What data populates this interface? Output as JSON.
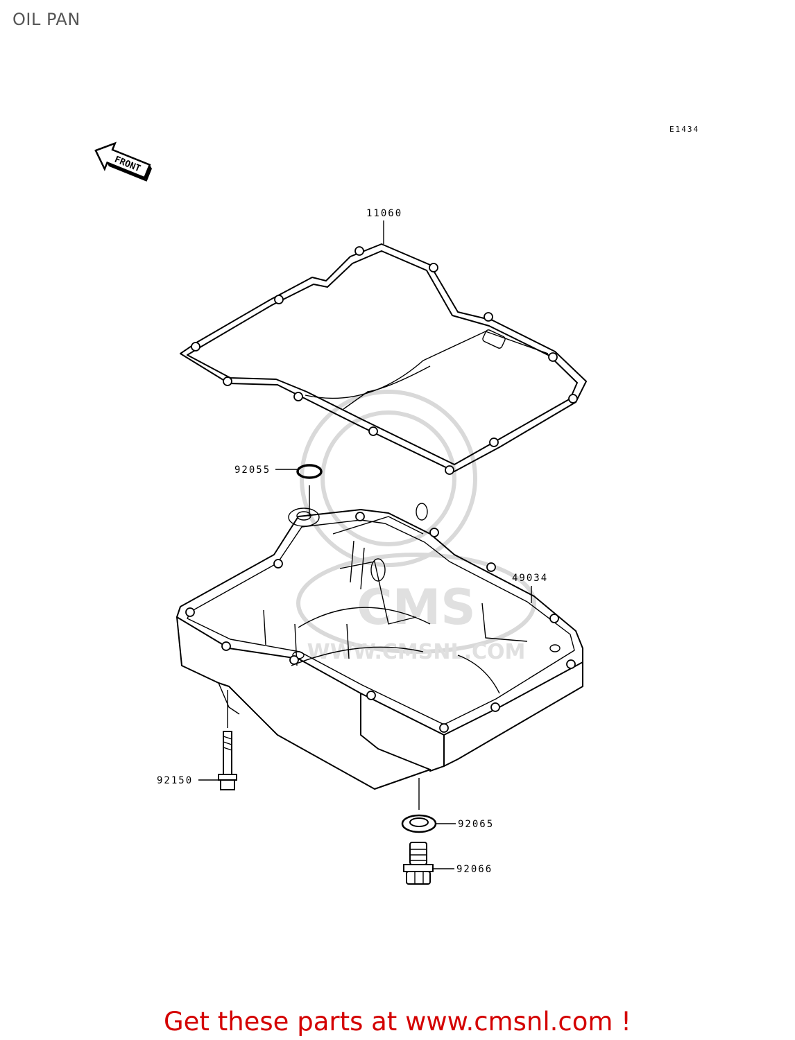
{
  "page": {
    "title": "OIL PAN",
    "ref_code": "E1434",
    "front_label": "FRONT"
  },
  "parts": {
    "gasket": "11060",
    "o_ring": "92055",
    "oil_pan": "49034",
    "bolt": "92150",
    "washer": "92065",
    "drain_plug": "92066"
  },
  "watermark": {
    "text": "WWW.CMSNL.COM",
    "logo_text": "CMS"
  },
  "footer": {
    "link_text": "Get these parts at www.cmsnl.com !",
    "color": "#d40000"
  }
}
